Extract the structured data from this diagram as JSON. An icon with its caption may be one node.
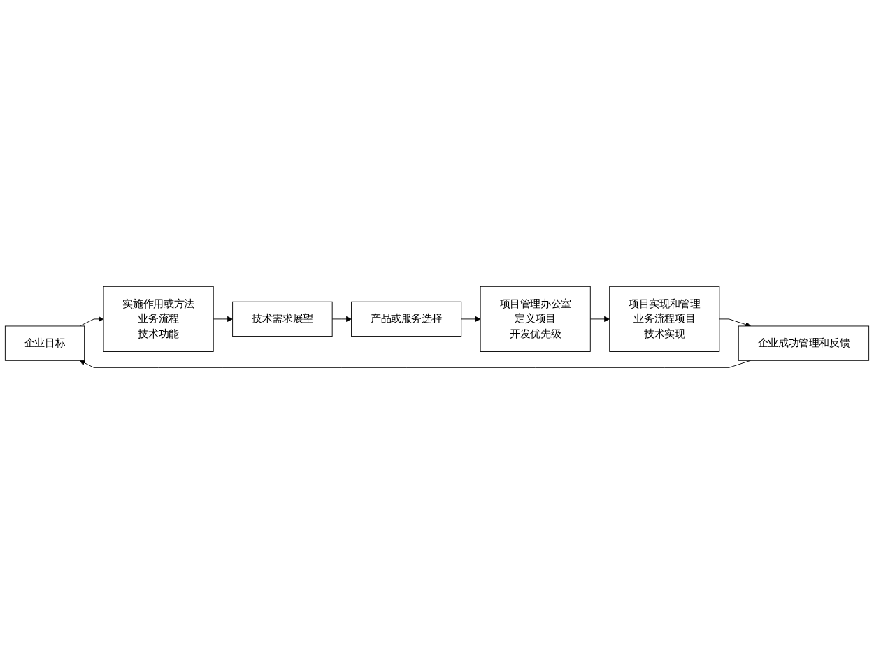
{
  "diagram": {
    "nodes": [
      {
        "text": [
          "企业目标"
        ]
      },
      {
        "text": [
          "实施作用或方法",
          "业务流程",
          "技术功能"
        ]
      },
      {
        "text": [
          "技术需求展望"
        ]
      },
      {
        "text": [
          "产品或服务选择"
        ]
      },
      {
        "text": [
          "项目管理办公室",
          "定义项目",
          "开发优先级"
        ]
      },
      {
        "text": [
          "项目实现和管理",
          "业务流程项目",
          "技术实现"
        ]
      },
      {
        "text": [
          "企业成功管理和反馈"
        ]
      }
    ],
    "edges": [
      {
        "from": 0,
        "to": 1,
        "arrow": "to"
      },
      {
        "from": 1,
        "to": 2,
        "arrow": "to"
      },
      {
        "from": 2,
        "to": 3,
        "arrow": "to"
      },
      {
        "from": 3,
        "to": 4,
        "arrow": "to"
      },
      {
        "from": 4,
        "to": 5,
        "arrow": "to"
      },
      {
        "from": 5,
        "to": 6,
        "arrow": "to"
      },
      {
        "from": 6,
        "to": 0,
        "arrow": "to"
      }
    ]
  }
}
